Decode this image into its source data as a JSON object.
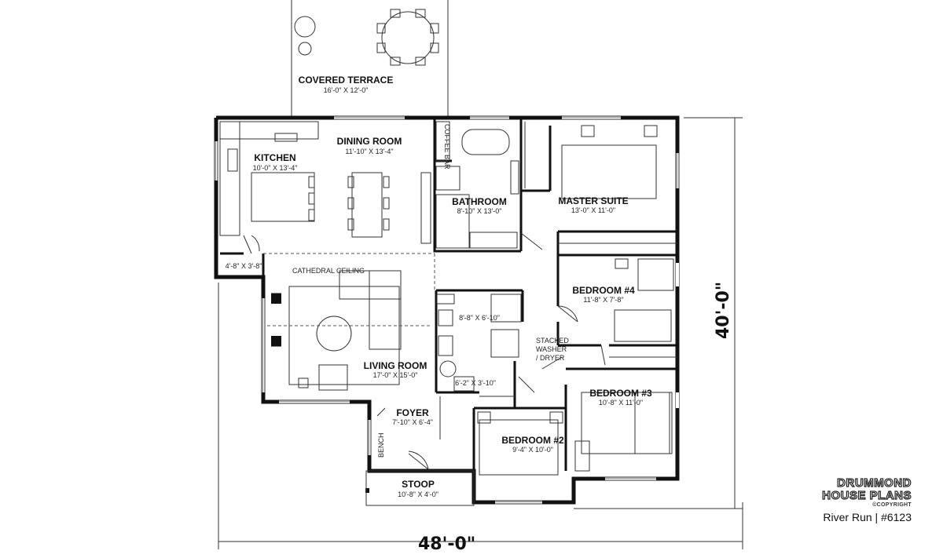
{
  "rooms": {
    "covered_terrace": {
      "name": "COVERED TERRACE",
      "dim": "16'-0\" X 12'-0\""
    },
    "kitchen": {
      "name": "KITCHEN",
      "dim": "10'-0\" X 13'-4\""
    },
    "dining_room": {
      "name": "DINING ROOM",
      "dim": "11'-10\" X 13'-4\""
    },
    "bathroom": {
      "name": "BATHROOM",
      "dim": "8'-10\" X 13'-0\""
    },
    "master_suite": {
      "name": "MASTER SUITE",
      "dim": "13'-0\" X 11'-0\""
    },
    "bedroom4": {
      "name": "BEDROOM #4",
      "dim": "11'-8\" X 7'-8\""
    },
    "bedroom3": {
      "name": "BEDROOM #3",
      "dim": "10'-8\" X 11'-0\""
    },
    "bedroom2": {
      "name": "BEDROOM #2",
      "dim": "9'-4\" X 10'-0\""
    },
    "living_room": {
      "name": "LIVING ROOM",
      "dim": "17'-0\" X 15'-0\""
    },
    "foyer": {
      "name": "FOYER",
      "dim": "7'-10\" X 6'-4\""
    },
    "stoop": {
      "name": "STOOP",
      "dim": "10'-8\" X 4'-0\""
    }
  },
  "small_dims": {
    "pantry": "4'-8\" X 3'-8\"",
    "bath2": "8'-8\" X 6'-10\"",
    "wc": "6'-2\" X 3'-10\""
  },
  "notes": {
    "cathedral_ceiling": "CATHEDRAL CEILING",
    "coffee_bar": "COFFEE BAR",
    "bench": "BENCH",
    "washer_l1": "STACKED",
    "washer_l2": "WASHER",
    "washer_l3": "/ DRYER"
  },
  "overall": {
    "width": "48'-0\"",
    "depth": "40'-0\""
  },
  "brand": {
    "line1": "DRUMMOND",
    "line2": "HOUSE PLANS",
    "copyright": "©COPYRIGHT",
    "plan_title": "River Run | #6123"
  }
}
